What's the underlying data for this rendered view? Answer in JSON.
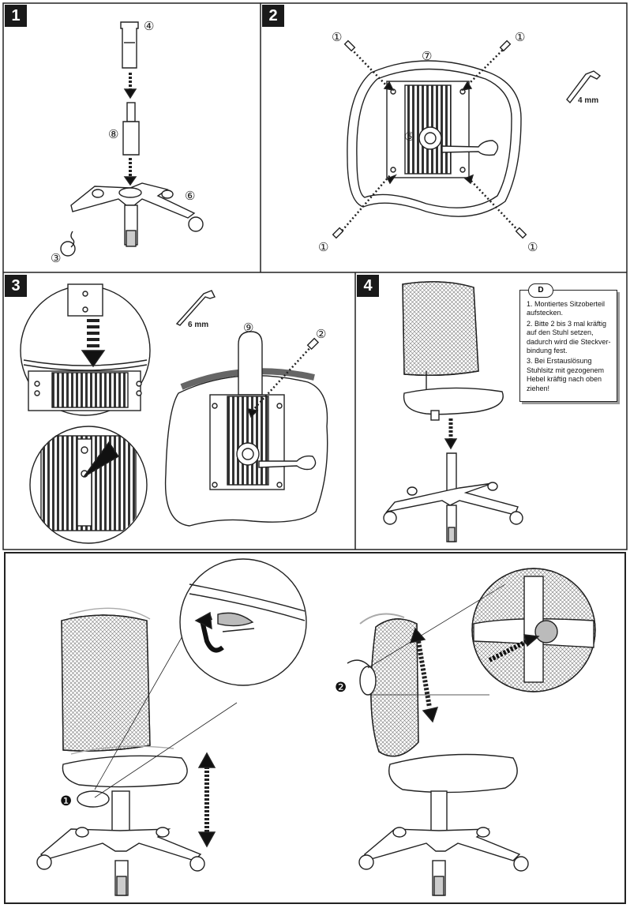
{
  "panels": [
    {
      "label": "1"
    },
    {
      "label": "2"
    },
    {
      "label": "3"
    },
    {
      "label": "4"
    }
  ],
  "part_numbers": {
    "p1_cap": "④",
    "p1_cyl": "⑧",
    "p1_caster": "⑥",
    "p1_wheel": "③",
    "p2_screw_tl": "①",
    "p2_screw_tr": "①",
    "p2_screw_bl": "①",
    "p2_screw_br": "①",
    "p2_seat": "⑦",
    "p2_mech": "⑤",
    "p3_back": "⑨",
    "p3_screw": "②"
  },
  "tools": {
    "wrench_4": "4 mm",
    "wrench_6": "6 mm"
  },
  "note": {
    "badge": "D",
    "items": [
      "1. Montiertes Sitzoberteil aufstecken.",
      "2. Bitte 2 bis 3 mal kräftig auf den Stuhl setzen, dadurch wird die Steckver- bindung fest.",
      "3. Bei Erstauslösung Stuhlsitz mit gezogenem Hebel kräftig nach oben ziehen!"
    ]
  },
  "levers": {
    "lever1": "❶",
    "lever2": "❷"
  }
}
